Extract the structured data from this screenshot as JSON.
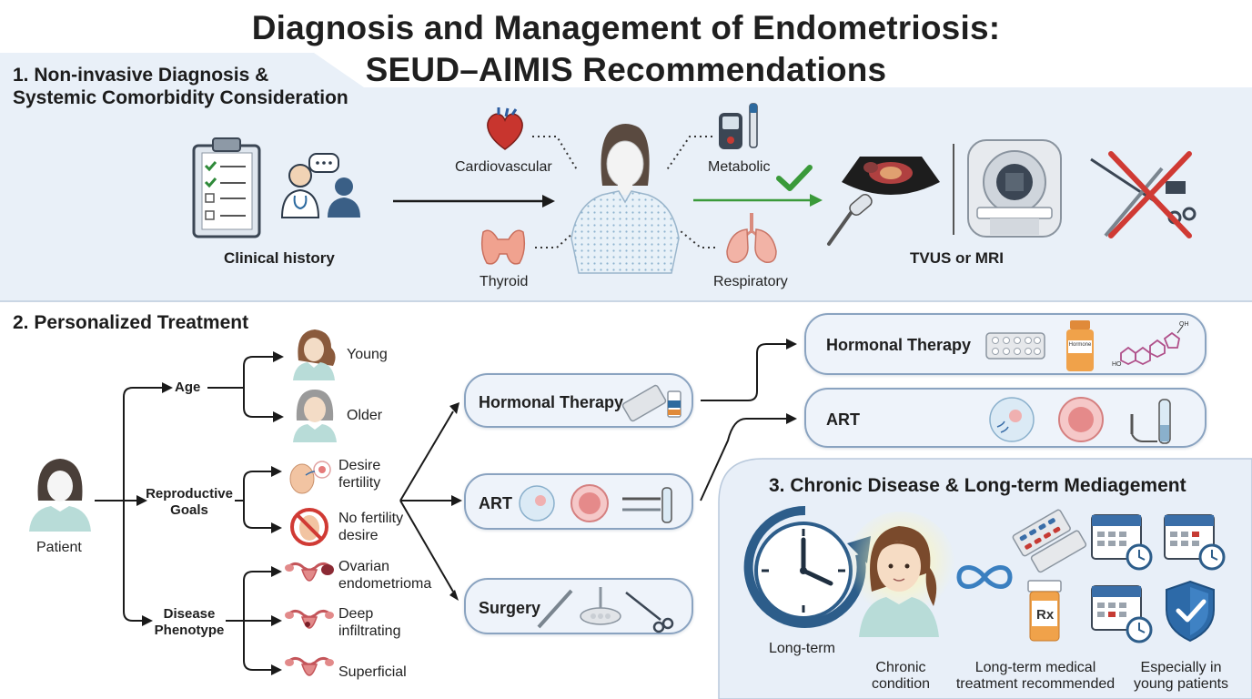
{
  "title": {
    "line1": "Diagnosis and Management of Endometriosis:",
    "line2": "SEUD–AIMIS Recommendations"
  },
  "section1": {
    "heading_line1": "1. Non-invasive Diagnosis &",
    "heading_line2": "Systemic Comorbidity Consideration",
    "clinical_history": "Clinical history",
    "comorbidities": {
      "cardiovascular": "Cardiovascular",
      "metabolic": "Metabolic",
      "thyroid": "Thyroid",
      "respiratory": "Respiratory"
    },
    "imaging": "TVUS or MRI"
  },
  "section2": {
    "heading": "2. Personalized Treatment",
    "patient": "Patient",
    "age": "Age",
    "young": "Young",
    "older": "Older",
    "reproductive_goals_line1": "Reproductive",
    "reproductive_goals_line2": "Goals",
    "desire_fertility_line1": "Desire",
    "desire_fertility_line2": "fertility",
    "no_fertility_line1": "No fertility",
    "no_fertility_line2": "desire",
    "disease_phenotype_line1": "Disease",
    "disease_phenotype_line2": "Phenotype",
    "ovarian_line1": "Ovarian",
    "ovarian_line2": "endometrioma",
    "deep_line1": "Deep",
    "deep_line2": "infiltrating",
    "superficial": "Superficial",
    "treatments": {
      "hormonal": "Hormonal Therapy",
      "art": "ART",
      "surgery": "Surgery"
    },
    "outcomes": {
      "hormonal": "Hormonal Therapy",
      "hormone_box_label": "Hormone",
      "art": "ART"
    }
  },
  "section3": {
    "heading": "3. Chronic Disease & Long-term Mediagement",
    "long_term": "Long-term",
    "chronic_line1": "Chronic",
    "chronic_line2": "condition",
    "medical_line1": "Long-term medical",
    "medical_line2": "treatment recommended",
    "young_line1": "Especially in",
    "young_line2": "young patients"
  },
  "colors": {
    "section1_bg": "#e9f0f8",
    "section3_bg": "#e8eff8",
    "pill_border": "#8aa3c0",
    "check_green": "#3a9a3a",
    "cross_red": "#d03a34",
    "arrow_dark": "#1a1a1a",
    "arrow_green": "#3a9a3a"
  }
}
